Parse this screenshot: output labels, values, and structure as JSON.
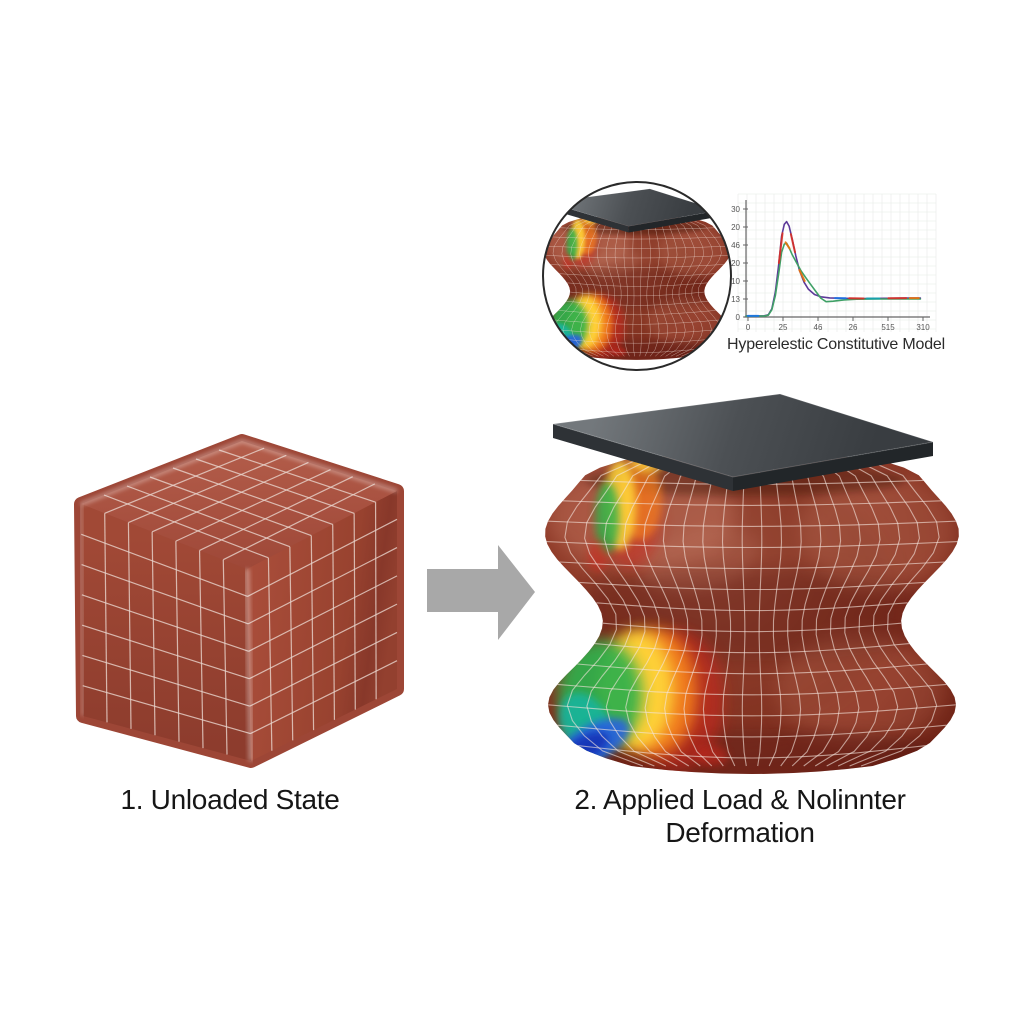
{
  "labels": {
    "step1": "1. Unloaded State",
    "step2_line1": "2. Applied Load & Nolinnter",
    "step2_line2": "Deformation"
  },
  "icons": {
    "arrow": "right-block-arrow-icon",
    "unloaded_cube": "meshed-elastomer-cube",
    "deformed_cube": "deformed-meshed-elastomer-cube",
    "plate": "compression-plate",
    "inset": "deformed-cube-preview-circle"
  },
  "colors": {
    "background": "#ffffff",
    "cube_body": "#9d4636",
    "cube_mesh_line": "#e9d5cd",
    "deformed_body": "#8c3627",
    "plate_gray": "#4a4e52",
    "arrow_gray": "#a8a8a8",
    "inset_outline": "#2a2a2a",
    "label_text": "#161616",
    "stress_scale": [
      "#1733b5",
      "#2a62e0",
      "#18b5a3",
      "#2db04c",
      "#ffd93b",
      "#ff8c1e",
      "#d2281e"
    ]
  },
  "chart_data": {
    "type": "line",
    "title": "Hyperelestic Constitutive Model",
    "xlabel": "",
    "ylabel": "",
    "grid": true,
    "legend": "none",
    "xlim": [
      0,
      1
    ],
    "ylim": [
      0,
      6
    ],
    "x_tick_labels": [
      "0",
      "25",
      "46",
      "26",
      "515",
      "310"
    ],
    "y_tick_labels_bottom_to_top": [
      "0",
      "13",
      "10",
      "20",
      "46",
      "20",
      "30"
    ],
    "series": [
      {
        "name": "model-curve-1",
        "color": "#5d3a99",
        "points": [
          [
            0.0,
            0.06
          ],
          [
            0.06,
            0.06
          ],
          [
            0.1,
            0.06
          ],
          [
            0.125,
            0.12
          ],
          [
            0.145,
            0.45
          ],
          [
            0.165,
            1.4
          ],
          [
            0.185,
            3.0
          ],
          [
            0.2,
            4.5
          ],
          [
            0.215,
            5.15
          ],
          [
            0.228,
            5.3
          ],
          [
            0.242,
            5.05
          ],
          [
            0.26,
            4.3
          ],
          [
            0.28,
            3.4
          ],
          [
            0.3,
            2.6
          ],
          [
            0.325,
            1.95
          ],
          [
            0.35,
            1.55
          ],
          [
            0.385,
            1.25
          ],
          [
            0.42,
            1.12
          ],
          [
            0.47,
            1.06
          ],
          [
            0.55,
            1.04
          ],
          [
            0.65,
            1.03
          ],
          [
            0.78,
            1.04
          ],
          [
            0.9,
            1.05
          ],
          [
            0.98,
            1.05
          ]
        ]
      },
      {
        "name": "model-curve-2",
        "color": "#3fa066",
        "points": [
          [
            0.0,
            0.05
          ],
          [
            0.06,
            0.05
          ],
          [
            0.1,
            0.05
          ],
          [
            0.125,
            0.1
          ],
          [
            0.145,
            0.4
          ],
          [
            0.165,
            1.2
          ],
          [
            0.185,
            2.5
          ],
          [
            0.2,
            3.6
          ],
          [
            0.215,
            4.05
          ],
          [
            0.228,
            4.1
          ],
          [
            0.242,
            3.85
          ],
          [
            0.26,
            3.45
          ],
          [
            0.285,
            3.0
          ],
          [
            0.31,
            2.55
          ],
          [
            0.335,
            2.2
          ],
          [
            0.36,
            1.85
          ],
          [
            0.39,
            1.45
          ],
          [
            0.42,
            1.05
          ],
          [
            0.45,
            0.85
          ],
          [
            0.49,
            0.88
          ],
          [
            0.55,
            0.95
          ],
          [
            0.62,
            0.99
          ],
          [
            0.75,
            1.0
          ],
          [
            0.9,
            1.0
          ],
          [
            0.98,
            1.0
          ]
        ]
      }
    ],
    "overlay_segments": [
      {
        "color": "#d93025",
        "points": [
          [
            0.185,
            3.0
          ],
          [
            0.205,
            4.65
          ]
        ]
      },
      {
        "color": "#e8710a",
        "points": [
          [
            0.222,
            4.15
          ],
          [
            0.245,
            3.8
          ]
        ]
      },
      {
        "color": "#d93025",
        "points": [
          [
            0.252,
            4.6
          ],
          [
            0.275,
            3.6
          ]
        ]
      },
      {
        "color": "#e8710a",
        "points": [
          [
            0.3,
            2.6
          ],
          [
            0.33,
            2.0
          ]
        ]
      },
      {
        "color": "#1a73e8",
        "points": [
          [
            0.01,
            0.06
          ],
          [
            0.07,
            0.06
          ]
        ]
      },
      {
        "color": "#1a73e8",
        "points": [
          [
            0.5,
            1.05
          ],
          [
            0.56,
            1.04
          ]
        ]
      },
      {
        "color": "#d93025",
        "points": [
          [
            0.58,
            1.04
          ],
          [
            0.66,
            1.03
          ]
        ]
      },
      {
        "color": "#12a4af",
        "points": [
          [
            0.68,
            1.03
          ],
          [
            0.75,
            1.03
          ]
        ]
      },
      {
        "color": "#d93025",
        "points": [
          [
            0.8,
            1.04
          ],
          [
            0.9,
            1.05
          ]
        ]
      },
      {
        "color": "#e8710a",
        "points": [
          [
            0.92,
            1.05
          ],
          [
            0.97,
            1.05
          ]
        ]
      }
    ]
  }
}
